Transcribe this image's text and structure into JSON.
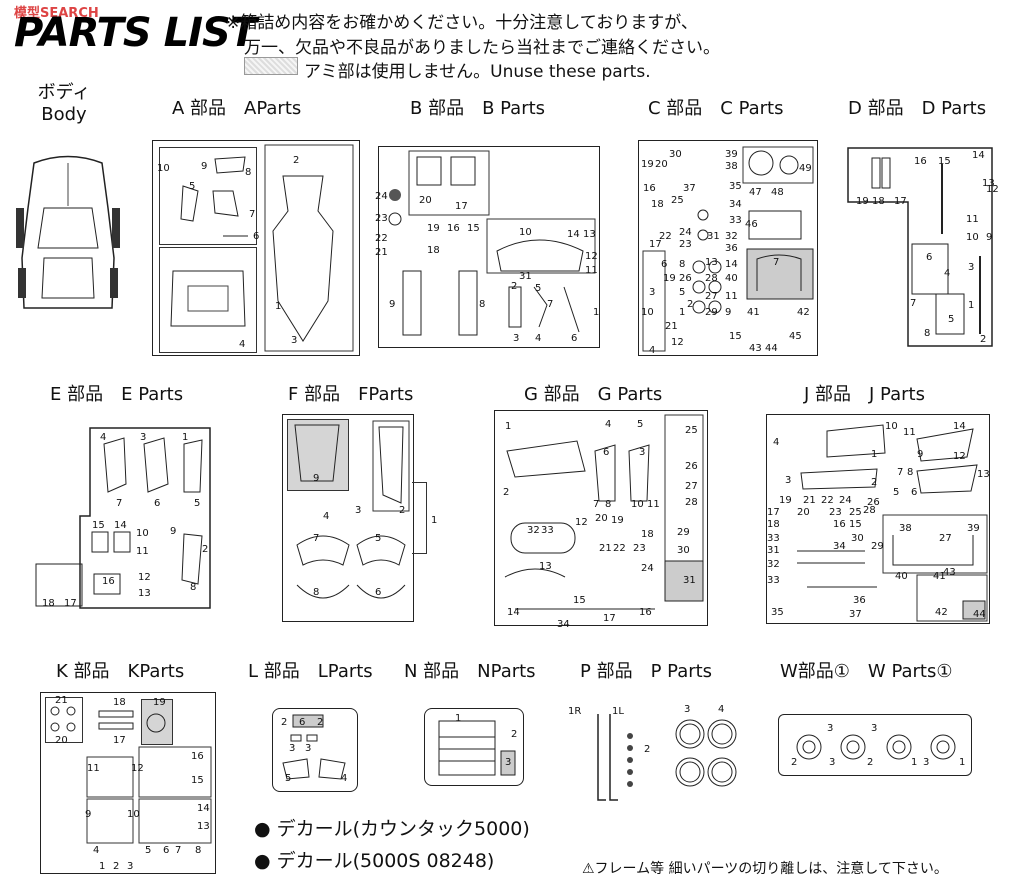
{
  "header": {
    "watermark": "模型SEARCH",
    "title": "PARTS LIST",
    "note_line1": "※箱詰め内容をお確かめください。十分注意しておりますが、",
    "note_line2": "万一、欠品や不良品がありましたら当社までご連絡ください。",
    "note_line3": "アミ部は使用しません。Unuse these parts."
  },
  "sections": [
    {
      "id": "body",
      "label": "ボディ\nBody"
    },
    {
      "id": "a",
      "label": "A 部品　AParts"
    },
    {
      "id": "b",
      "label": "B 部品　B  Parts"
    },
    {
      "id": "c",
      "label": "C 部品　C  Parts"
    },
    {
      "id": "d",
      "label": "D 部品　D  Parts"
    },
    {
      "id": "e",
      "label": "E 部品　E  Parts"
    },
    {
      "id": "f",
      "label": "F 部品　FParts"
    },
    {
      "id": "g",
      "label": "G 部品　G  Parts"
    },
    {
      "id": "j",
      "label": "J 部品　J  Parts"
    },
    {
      "id": "k",
      "label": "K 部品　KParts"
    },
    {
      "id": "l",
      "label": "L 部品　LParts"
    },
    {
      "id": "n",
      "label": "N 部品　NParts"
    },
    {
      "id": "p",
      "label": "P 部品　P  Parts"
    },
    {
      "id": "w",
      "label": "W部品①　W Parts①"
    }
  ],
  "decals": [
    "● デカール(カウンタック5000)",
    "● デカール(5000S 08248)"
  ],
  "warning": "⚠フレーム等 細いパーツの切り離しは、注意して下さい。",
  "part_numbers": {
    "a": [
      "10",
      "9",
      "8",
      "2",
      "5",
      "7",
      "6",
      "1",
      "4",
      "3"
    ],
    "b": [
      "24",
      "20",
      "17",
      "23",
      "19",
      "16",
      "15",
      "10",
      "14",
      "13",
      "22",
      "21",
      "18",
      "31",
      "12",
      "11",
      "9",
      "8",
      "2",
      "5",
      "7",
      "3",
      "4",
      "6",
      "1"
    ],
    "c": [
      "30",
      "39",
      "38",
      "19",
      "20",
      "49",
      "37",
      "35",
      "25",
      "34",
      "47",
      "48",
      "16",
      "18",
      "33",
      "32",
      "46",
      "22",
      "24",
      "23",
      "31",
      "36",
      "17",
      "6",
      "8",
      "13",
      "14",
      "7",
      "19",
      "26",
      "28",
      "40",
      "3",
      "5",
      "27",
      "11",
      "2",
      "1",
      "29",
      "9",
      "10",
      "41",
      "42",
      "21",
      "12",
      "15",
      "4",
      "43",
      "44",
      "45"
    ],
    "d": [
      "16",
      "15",
      "14",
      "19",
      "18",
      "17",
      "13",
      "12",
      "11",
      "10",
      "9",
      "7",
      "6",
      "4",
      "3",
      "5",
      "8",
      "1",
      "2"
    ],
    "e": [
      "4",
      "3",
      "1",
      "7",
      "6",
      "5",
      "15",
      "14",
      "9",
      "10",
      "11",
      "2",
      "16",
      "12",
      "13",
      "8",
      "18",
      "17"
    ],
    "f": [
      "9",
      "3",
      "2",
      "4",
      "1",
      "7",
      "5",
      "8",
      "6"
    ],
    "g": [
      "1",
      "4",
      "5",
      "25",
      "6",
      "3",
      "26",
      "2",
      "27",
      "28",
      "7",
      "8",
      "10",
      "11",
      "32",
      "33",
      "12",
      "20",
      "19",
      "18",
      "29",
      "21",
      "22",
      "23",
      "30",
      "13",
      "24",
      "31",
      "15",
      "14",
      "17",
      "16",
      "34"
    ],
    "j": [
      "10",
      "11",
      "14",
      "4",
      "1",
      "12",
      "9",
      "7",
      "8",
      "3",
      "2",
      "5",
      "6",
      "13",
      "19",
      "21",
      "22",
      "24",
      "26",
      "28",
      "17",
      "20",
      "23",
      "25",
      "18",
      "16",
      "15",
      "33",
      "30",
      "27",
      "38",
      "39",
      "31",
      "29",
      "32",
      "34",
      "33",
      "40",
      "41",
      "43",
      "35",
      "36",
      "37",
      "42",
      "44"
    ],
    "k": [
      "21",
      "20",
      "18",
      "19",
      "17",
      "11",
      "12",
      "16",
      "15",
      "9",
      "10",
      "14",
      "13",
      "4",
      "5",
      "6",
      "7",
      "8",
      "1",
      "2",
      "3"
    ],
    "l": [
      "2",
      "6",
      "2",
      "3",
      "3",
      "5",
      "4"
    ],
    "n": [
      "1",
      "2",
      "3"
    ],
    "p": [
      "1R",
      "1L",
      "2",
      "3",
      "4"
    ],
    "w": [
      "3",
      "3",
      "2",
      "3",
      "2",
      "1",
      "3",
      "1"
    ]
  }
}
